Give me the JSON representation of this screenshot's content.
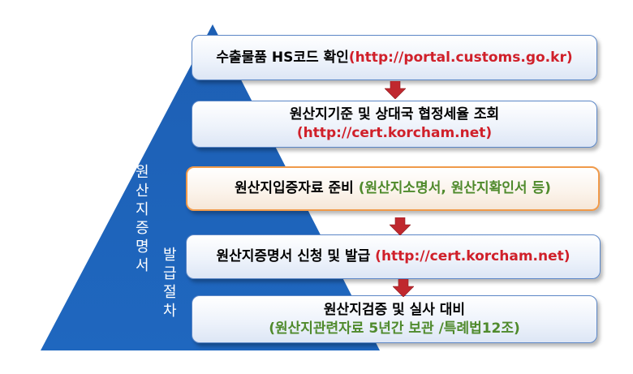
{
  "steps": [
    {
      "main": "수출물품 HS코드 확인",
      "link": "(http://portal.customs.go.kr)"
    },
    {
      "line1": "원산지기준 및 상대국 협정세율 조회",
      "line2": "(http://cert.korcham.net)"
    },
    {
      "main": "원산지입증자료 준비 ",
      "note": "(원산지소명서, 원산지확인서 등)"
    },
    {
      "main": "원산지증명서 신청 및 발급 ",
      "link": "(http://cert.korcham.net)"
    },
    {
      "line1": "원산지검증 및 실사 대비",
      "line2": "(원산지관련자료 5년간 보관 /특례법12조)"
    }
  ],
  "pyramid_label_1": [
    "원",
    "산",
    "지",
    "증",
    "명",
    "서"
  ],
  "pyramid_label_2": [
    "발",
    "급",
    "절",
    "차"
  ],
  "colors": {
    "pyramid": "#1f63b8",
    "box_border": "#5b86c6",
    "highlight_border": "#f09a4a",
    "link_red": "#d0202a",
    "note_green": "#4f8a2c",
    "arrow": "#c0282e"
  }
}
